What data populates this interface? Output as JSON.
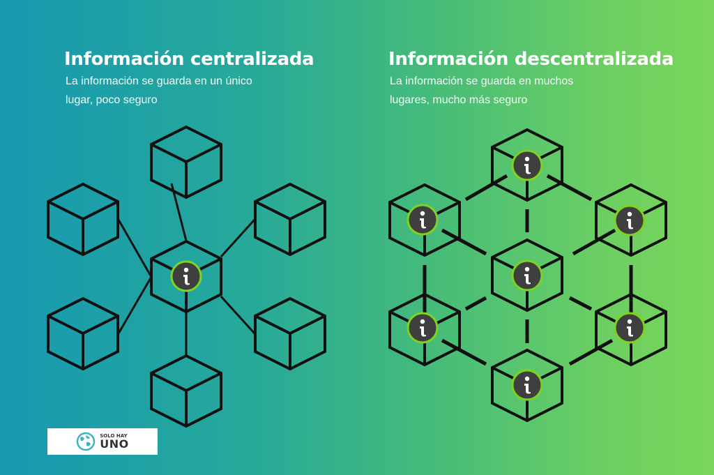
{
  "left_panel": {
    "title": "Información centralizada",
    "description_line1": "La información se guarda en un único",
    "description_line2": "lugar, poco seguro"
  },
  "right_panel": {
    "title": "Información descentralizada",
    "description_line1": "La información se guarda en muchos",
    "description_line2": "lugares, mucho más seguro"
  },
  "logo": {
    "small_text": "SOLO HAY",
    "big_text": "UNO",
    "icon": "globe-icon"
  },
  "info_badge": {
    "glyph": "i",
    "fill_color": "#3f3f3f",
    "ring_color": "#7ed321"
  },
  "colors": {
    "gradient_start": "#1699b0",
    "gradient_end": "#7ad65a",
    "line_color": "#111111"
  }
}
